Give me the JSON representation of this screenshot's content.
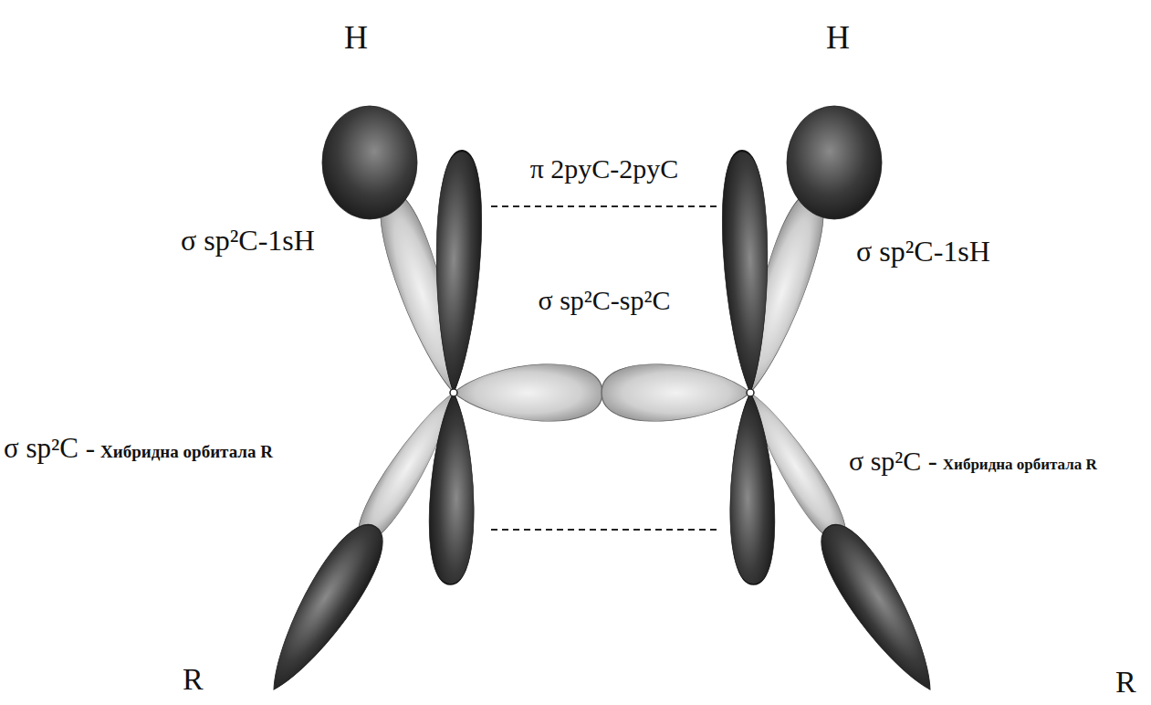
{
  "diagram": {
    "labels": [
      "H",
      "H",
      "π 2pyC-2pyC",
      "σ sp²C-1sH",
      "σ sp²C-1sH",
      "σ sp²C-sp²C",
      "σ sp²C -",
      "Хибридна орбитала R",
      "σ sp²C -",
      "Хибридна орбитала R",
      "R",
      "R"
    ]
  }
}
